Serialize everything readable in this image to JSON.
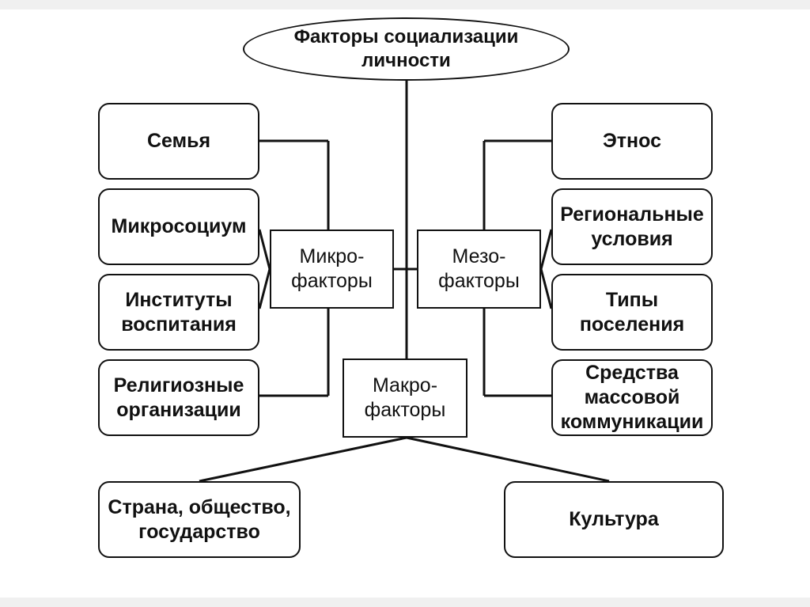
{
  "diagram": {
    "title": "Факторы социализации\nличности",
    "groups": {
      "micro": "Микро-\nфакторы",
      "meso": "Мезо-\nфакторы",
      "macro": "Макро-\nфакторы"
    },
    "micro_items": [
      "Семья",
      "Микросоциум",
      "Институты\nвоспитания",
      "Религиозные\nорганизации"
    ],
    "meso_items": [
      "Этнос",
      "Региональные\nусловия",
      "Типы\nпоселения",
      "Средства\nмассовой\nкоммуникации"
    ],
    "macro_items": [
      "Страна, общество,\nгосударство",
      "Культура"
    ],
    "colors": {
      "line": "#111111",
      "box_fill": "#ffffff",
      "frame": "#f0f0f0"
    }
  }
}
